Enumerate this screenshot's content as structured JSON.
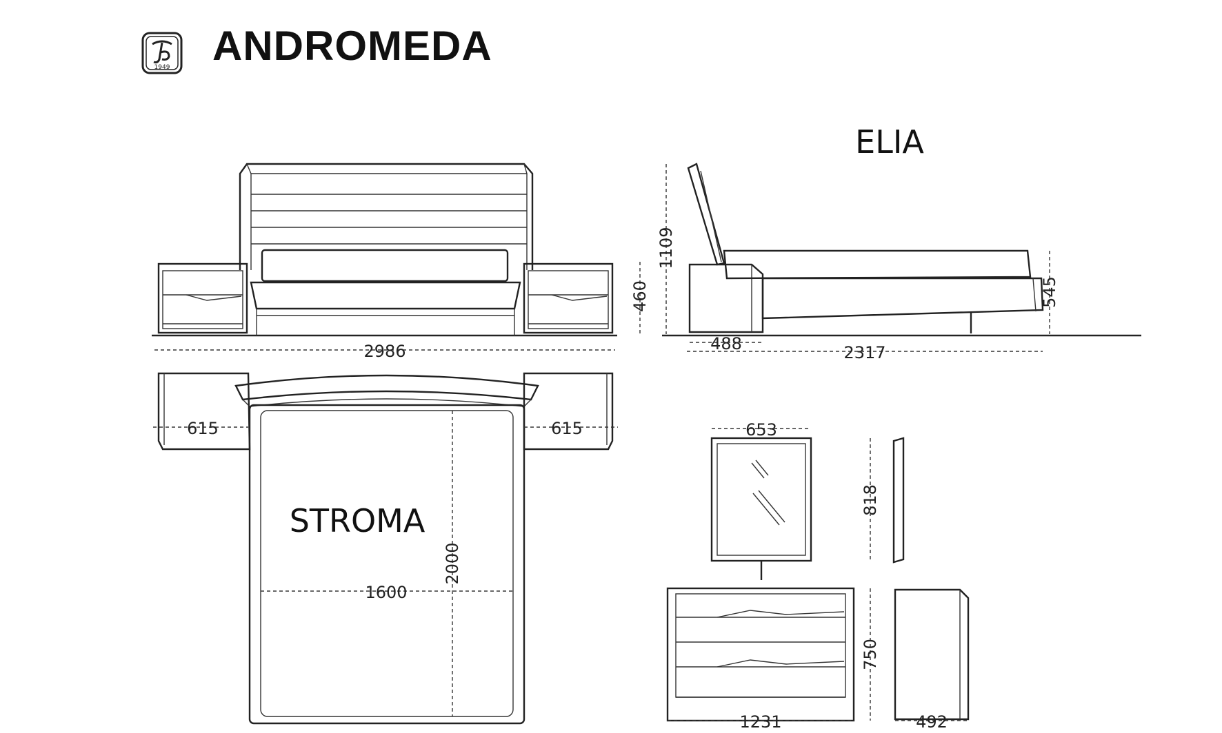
{
  "title": "ANDROMEDA",
  "logo": {
    "icon": "brand-seal-icon",
    "text": "1949"
  },
  "products": {
    "bed_front": "ELIA",
    "bed_top": "STROMA"
  },
  "dimensions": {
    "total_width": "2986",
    "headboard_height": "1109",
    "nightstand_height": "460",
    "side_depth_small": "488",
    "side_length": "2317",
    "side_height": "545",
    "nightstand_left_depth": "615",
    "nightstand_right_depth": "615",
    "mattress_length": "2000",
    "mattress_width": "1600",
    "mirror_width": "653",
    "mirror_height": "818",
    "dresser_height": "750",
    "dresser_width": "1231",
    "dresser_depth": "492"
  }
}
